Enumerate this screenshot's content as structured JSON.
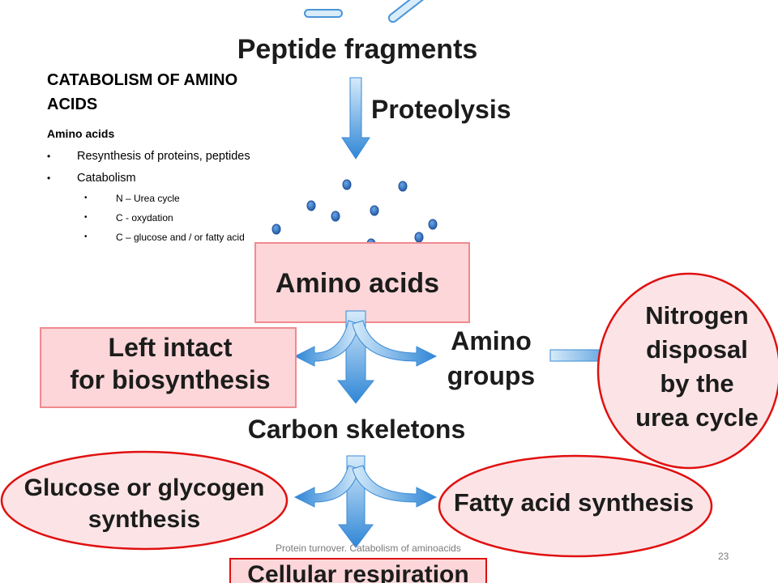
{
  "slide": {
    "title": "CATABOLISM OF AMINO ACIDS",
    "subtitle": "Amino acids",
    "bullets": [
      "Resynthesis of proteins, peptides",
      "Catabolism"
    ],
    "sub_bullets": [
      "N – Urea cycle",
      "C  - oxydation",
      "C – glucose  and / or fatty acid"
    ],
    "footer": "Protein turnover. Catabolism of aminoacids",
    "page_number": "23"
  },
  "diagram": {
    "peptide_fragments": "Peptide fragments",
    "proteolysis": "Proteolysis",
    "amino_acids": "Amino acids",
    "left_intact_line1": "Left intact",
    "left_intact_line2": "for biosynthesis",
    "amino_groups_line1": "Amino",
    "amino_groups_line2": "groups",
    "nitrogen_line1": "Nitrogen",
    "nitrogen_line2": "disposal",
    "nitrogen_line3": "by the",
    "nitrogen_line4": "urea cycle",
    "carbon_skeletons": "Carbon skeletons",
    "glucose_line1": "Glucose or glycogen",
    "glucose_line2": "synthesis",
    "fatty_acid_synthesis": "Fatty acid synthesis",
    "cellular_respiration": "Cellular respiration"
  },
  "colors": {
    "box_fill": "#fcd6d8",
    "box_border": "#f08a8f",
    "ellipse_border": "#e01010",
    "arrow_light": "#cfe6f8",
    "arrow_dark": "#2f86d6",
    "dot": "#2f6fc2"
  }
}
